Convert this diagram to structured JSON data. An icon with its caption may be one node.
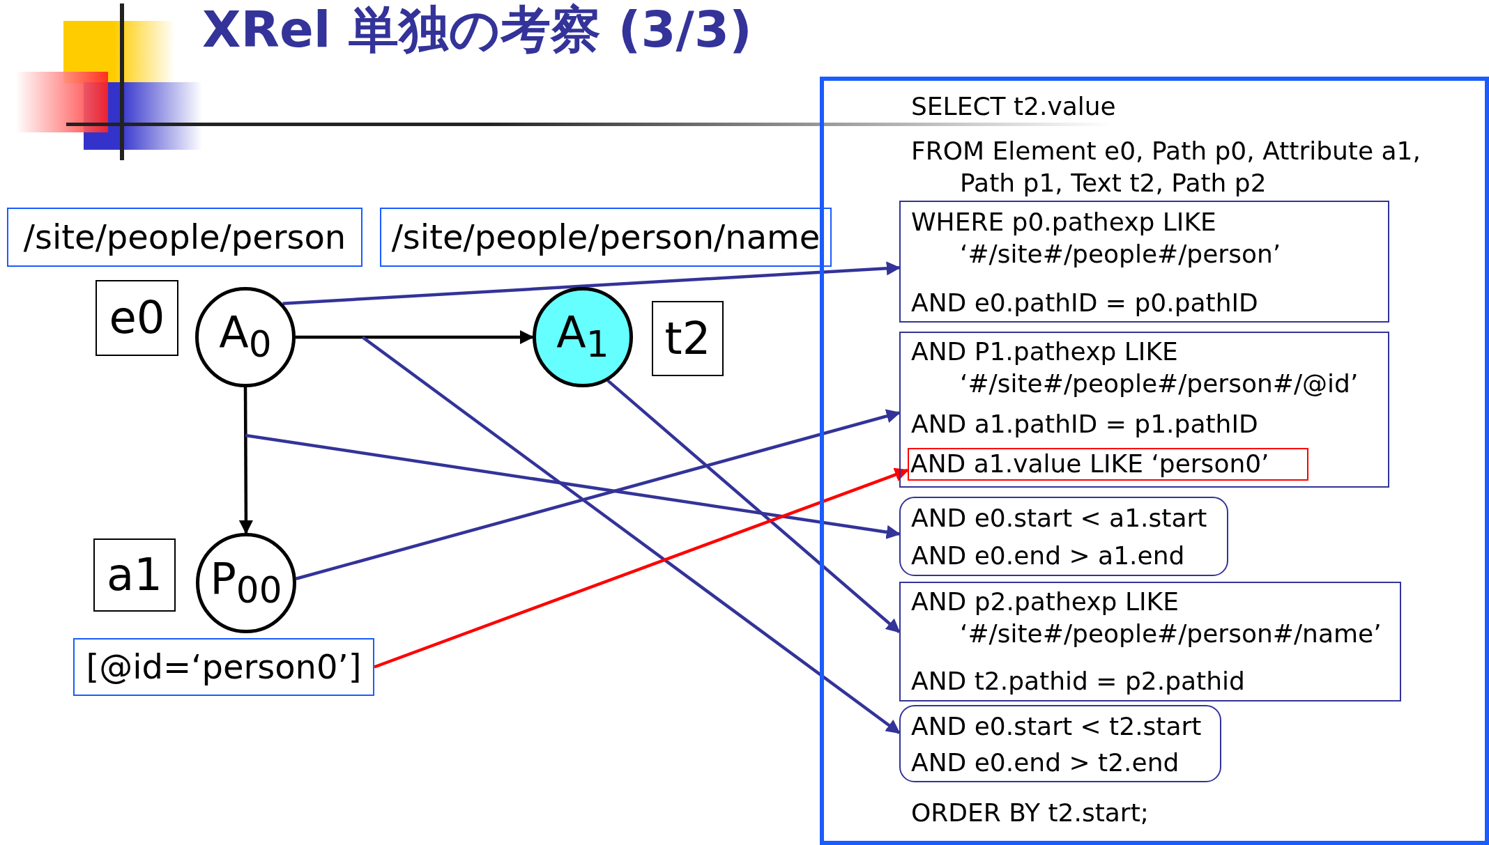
{
  "diagram": {
    "title": "XRel 単独の考察 (3/3)",
    "nodes": [
      {
        "text": [
          "SELECT t2.value",
          "FROM Element e0, Path p0, Attribute a1, Path p1, Text t2, Path p2",
          "ORDER BY t2.start;"
        ]
      },
      {
        "text": [
          "WHERE p0.pathexp LIKE ‘#/site#/people#/person’",
          "AND e0.pathID = p0.pathID"
        ],
        "in": 0
      },
      {
        "text": [
          "AND P1.pathexp LIKE ‘#/site#/people#/person#/@id’",
          "AND a1.pathID = p1.pathID"
        ],
        "in": 0
      },
      {
        "text": [
          "AND a1.value LIKE ‘person0’"
        ],
        "in": 2
      },
      {
        "text": [
          "AND e0.start < a1.start",
          "AND e0.end > a1.end"
        ],
        "in": 0
      },
      {
        "text": [
          "AND p2.pathexp LIKE ‘#/site#/people#/person#/name’",
          "AND t2.pathid = p2.pathid"
        ],
        "in": 0
      },
      {
        "text": [
          "AND e0.start < t2.start",
          "AND e0.end > t2.end"
        ],
        "in": 0
      },
      {
        "text": [
          "/site/people/person"
        ]
      },
      {
        "text": [
          "/site/people/person/name"
        ]
      },
      {
        "text": [
          "e0"
        ]
      },
      {
        "text": [
          "A$_{0}$"
        ]
      },
      {
        "text": [
          "A$_{1}$"
        ]
      },
      {
        "text": [
          "t2"
        ]
      },
      {
        "text": [
          "a1"
        ]
      },
      {
        "text": [
          "P$_{00}$"
        ]
      },
      {
        "text": [
          "[@id=‘person0’]"
        ]
      }
    ],
    "edges": [
      {
        "from": 10,
        "to": 11,
        "arrow": "to",
        "color": "#000000"
      },
      {
        "from": 10,
        "to": 14,
        "arrow": "to",
        "color": "#000000"
      },
      {
        "from": 10,
        "to": 1,
        "arrow": "to"
      },
      {
        "from": 10,
        "to": 4,
        "arrow": "to"
      },
      {
        "from": 10,
        "to": 6,
        "arrow": "to"
      },
      {
        "from": 14,
        "to": 2,
        "arrow": "to"
      },
      {
        "from": 11,
        "to": 5,
        "arrow": "to"
      },
      {
        "from": 15,
        "to": 3,
        "arrow": "to",
        "color": "#ff0000"
      }
    ]
  }
}
